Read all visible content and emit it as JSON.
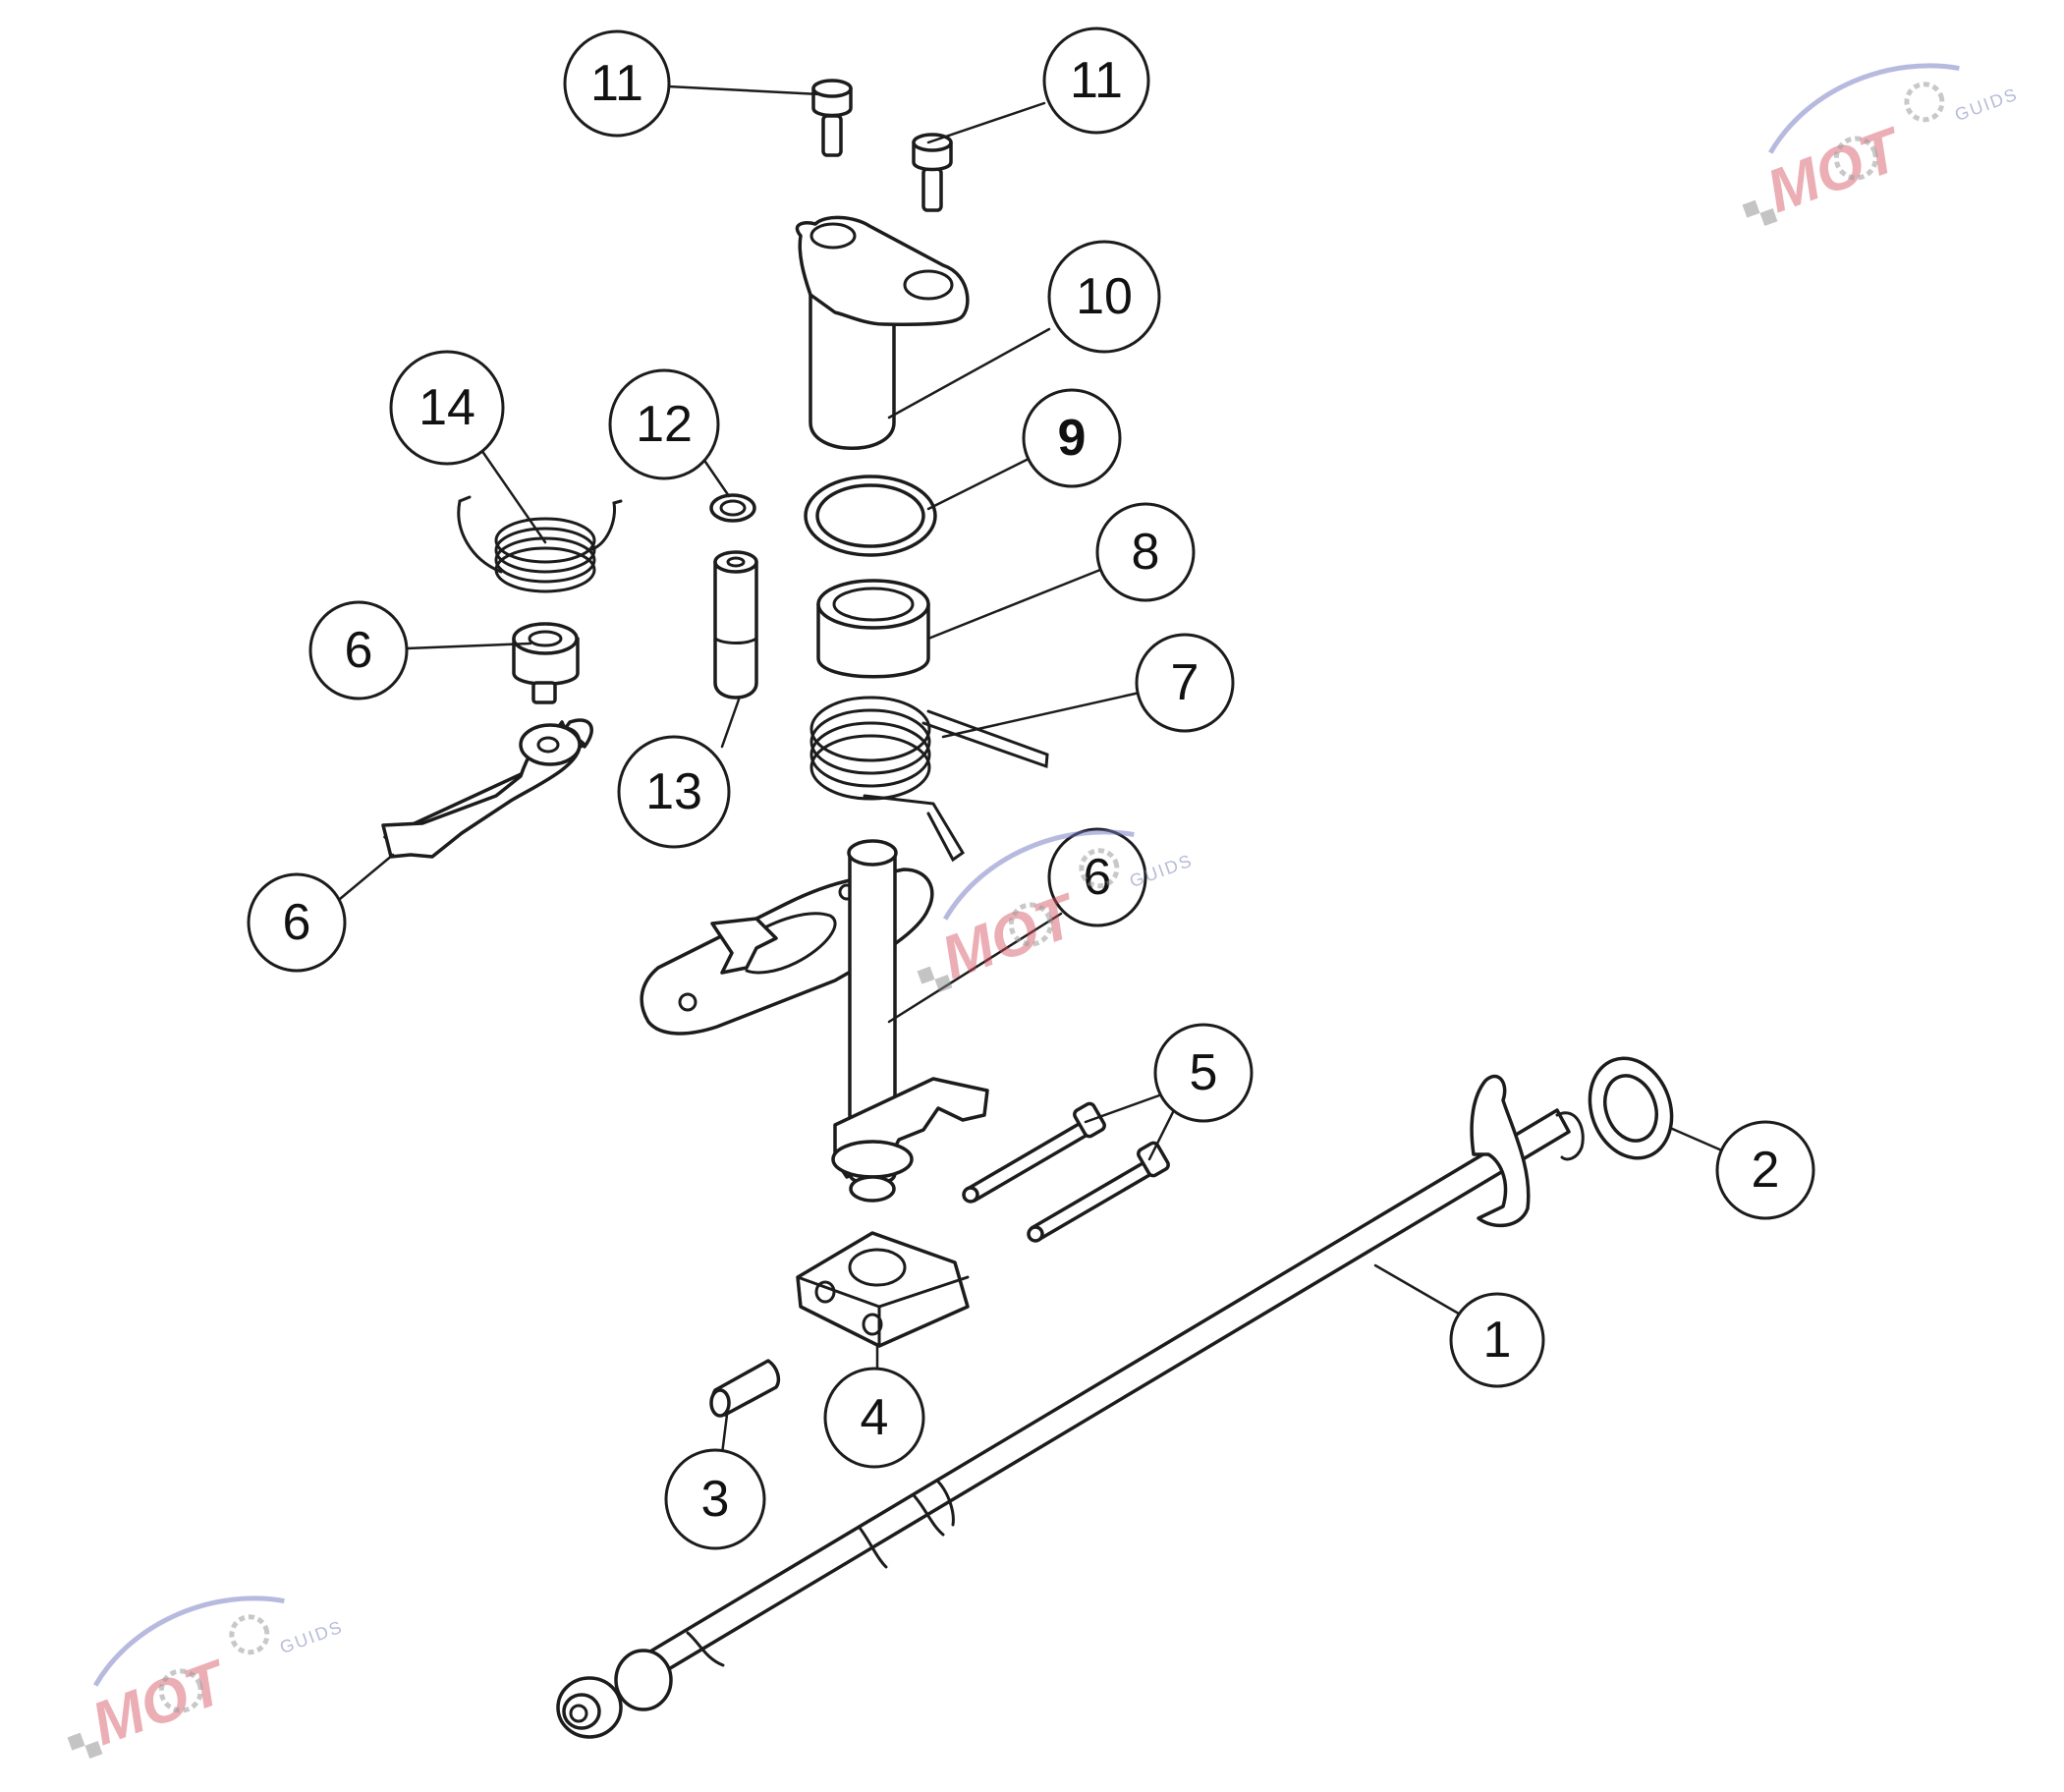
{
  "diagram": {
    "callouts": [
      {
        "id": "c11a",
        "label": "11"
      },
      {
        "id": "c11b",
        "label": "11"
      },
      {
        "id": "c10",
        "label": "10"
      },
      {
        "id": "c14",
        "label": "14"
      },
      {
        "id": "c12",
        "label": "12"
      },
      {
        "id": "c9",
        "label": "9"
      },
      {
        "id": "c8",
        "label": "8"
      },
      {
        "id": "c6a",
        "label": "6"
      },
      {
        "id": "c7",
        "label": "7"
      },
      {
        "id": "c13",
        "label": "13"
      },
      {
        "id": "c6b",
        "label": "6"
      },
      {
        "id": "c6c",
        "label": "6"
      },
      {
        "id": "c5",
        "label": "5"
      },
      {
        "id": "c2",
        "label": "2"
      },
      {
        "id": "c1",
        "label": "1"
      },
      {
        "id": "c4",
        "label": "4"
      },
      {
        "id": "c3",
        "label": "3"
      }
    ],
    "watermark": {
      "brand": "MOT",
      "sub": "GUIDS",
      "colors": {
        "brand": "#d24b5a",
        "swoosh": "#6f76c0",
        "gear": "#9a9a9a"
      }
    }
  }
}
